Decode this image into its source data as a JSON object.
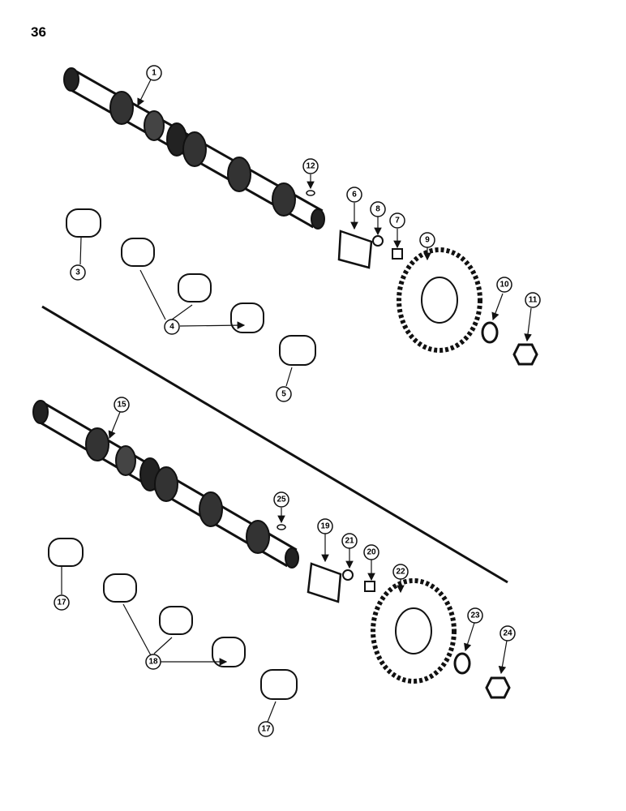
{
  "page_number": "36",
  "upper_assembly": {
    "callouts": [
      {
        "id": "c1",
        "label": "1"
      },
      {
        "id": "c12",
        "label": "12"
      },
      {
        "id": "c6",
        "label": "6"
      },
      {
        "id": "c8",
        "label": "8"
      },
      {
        "id": "c7",
        "label": "7"
      },
      {
        "id": "c9",
        "label": "9"
      },
      {
        "id": "c3",
        "label": "3"
      },
      {
        "id": "c4",
        "label": "4"
      },
      {
        "id": "c5",
        "label": "5"
      },
      {
        "id": "c10",
        "label": "10"
      },
      {
        "id": "c11",
        "label": "11"
      }
    ]
  },
  "lower_assembly": {
    "callouts": [
      {
        "id": "c15",
        "label": "15"
      },
      {
        "id": "c25",
        "label": "25"
      },
      {
        "id": "c19",
        "label": "19"
      },
      {
        "id": "c21",
        "label": "21"
      },
      {
        "id": "c20",
        "label": "20"
      },
      {
        "id": "c22",
        "label": "22"
      },
      {
        "id": "c17a",
        "label": "17"
      },
      {
        "id": "c18",
        "label": "18"
      },
      {
        "id": "c17b",
        "label": "17"
      },
      {
        "id": "c23",
        "label": "23"
      },
      {
        "id": "c24",
        "label": "24"
      }
    ]
  }
}
